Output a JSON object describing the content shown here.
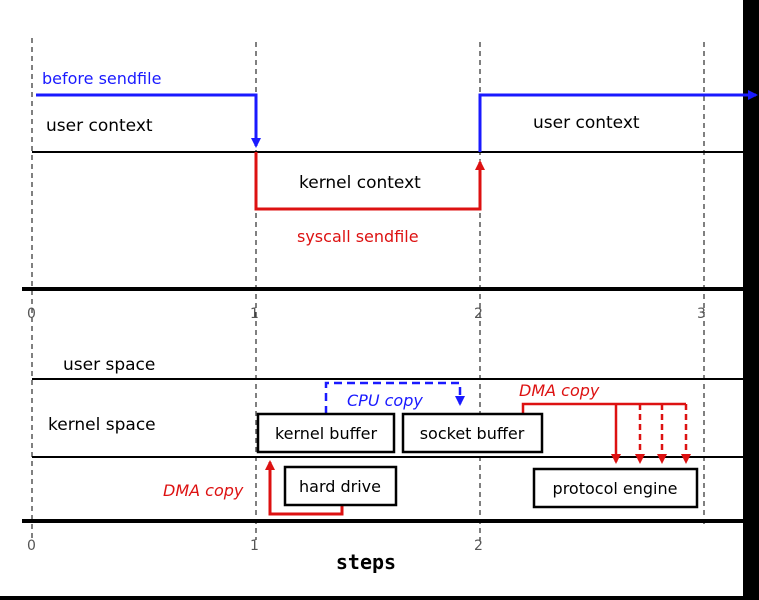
{
  "upper": {
    "before_sendfile": "before sendfile",
    "user_context_left": "user context",
    "user_context_right": "user context",
    "kernel_context": "kernel context",
    "syscall_sendfile": "syscall sendfile"
  },
  "axis_top": {
    "ticks": [
      "0",
      "1",
      "2",
      "3"
    ]
  },
  "lower": {
    "user_space": "user space",
    "kernel_space": "kernel space",
    "cpu_copy": "CPU copy",
    "dma_copy_right": "DMA copy",
    "dma_copy_left": "DMA copy",
    "kernel_buffer": "kernel buffer",
    "socket_buffer": "socket buffer",
    "hard_drive": "hard drive",
    "protocol_engine": "protocol engine"
  },
  "axis_bottom": {
    "ticks": [
      "0",
      "1",
      "2"
    ],
    "label": "steps"
  },
  "colors": {
    "blue": "#1a1aff",
    "red": "#dd1111",
    "black": "#000000",
    "background": "#ffffff",
    "frame": "#000000"
  }
}
